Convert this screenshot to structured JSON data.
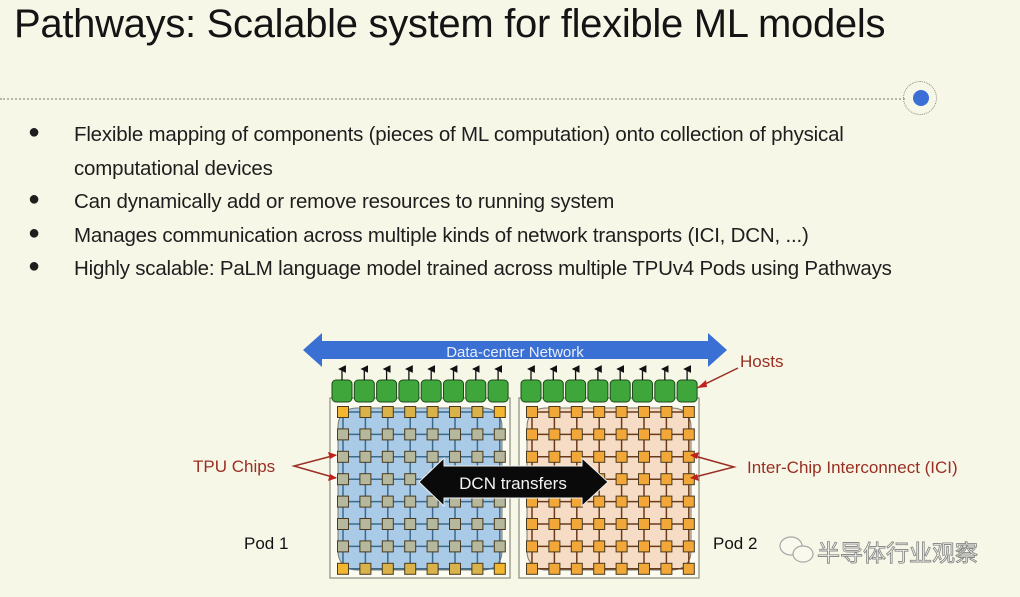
{
  "slide": {
    "title": "Pathways: Scalable system for flexible ML models",
    "bullets": [
      {
        "lines": [
          "Flexible mapping of components (pieces of ML computation) onto collection of physical",
          "computational devices"
        ]
      },
      {
        "lines": [
          "Can dynamically add or remove resources to running system"
        ]
      },
      {
        "lines": [
          "Manages communication across multiple kinds of network transports (ICI, DCN, ...)"
        ]
      },
      {
        "lines": [
          "Highly scalable: PaLM language model trained across multiple TPUv4 Pods using Pathways"
        ]
      }
    ],
    "bullet_glyph": "●",
    "progress_indicator": "blue-dot"
  },
  "diagram": {
    "network_label": "Data-center Network",
    "hosts_label": "Hosts",
    "tpu_chips_label": "TPU Chips",
    "ici_label": "Inter-Chip Interconnect (ICI)",
    "dcn_label": "DCN transfers",
    "pods": [
      {
        "label": "Pod 1",
        "hosts": 8,
        "grid_rows": 8,
        "grid_cols": 8,
        "region_color": "#a9cbe8",
        "chip_color": "#b5b89c"
      },
      {
        "label": "Pod 2",
        "hosts": 8,
        "grid_rows": 8,
        "grid_cols": 8,
        "region_color": "#f6dcc4",
        "chip_color": "#f2a838"
      }
    ],
    "colors": {
      "network_arrow": "#3a70d4",
      "host": "#3ea63a",
      "annotation": "#9a2e22",
      "dcn_arrow": "#0a0a0a",
      "corner_chip": "#f2b630"
    }
  },
  "watermark": {
    "icon": "wechat-icon",
    "text": "半导体行业观察"
  }
}
